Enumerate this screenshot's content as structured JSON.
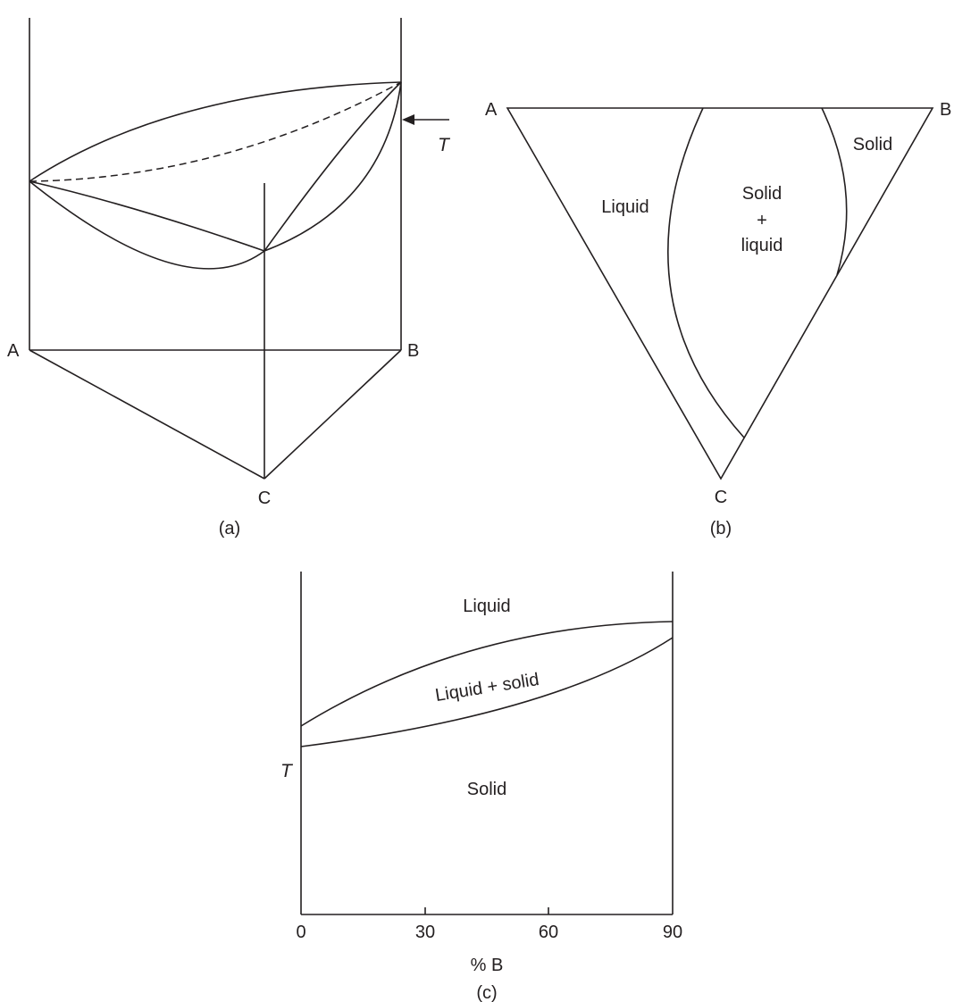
{
  "panel_a": {
    "vertex_a": "A",
    "vertex_b": "B",
    "vertex_c": "C",
    "temperature_label": "T",
    "caption": "(a)"
  },
  "panel_b": {
    "vertex_a": "A",
    "vertex_b": "B",
    "vertex_c": "C",
    "region_liquid": "Liquid",
    "region_solid_liquid": [
      "Solid",
      "+",
      "liquid"
    ],
    "region_solid": "Solid",
    "caption": "(b)"
  },
  "panel_c": {
    "region_liquid": "Liquid",
    "region_liquid_solid": "Liquid + solid",
    "region_solid": "Solid",
    "y_label": "T",
    "x_ticks": [
      "0",
      "30",
      "60",
      "90"
    ],
    "x_label": "% B",
    "caption": "(c)"
  }
}
